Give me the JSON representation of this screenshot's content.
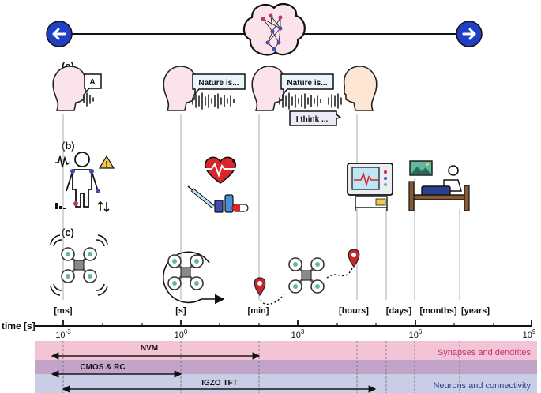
{
  "panels": {
    "a": "(a)",
    "b": "(b)",
    "c": "(c)"
  },
  "bubbles": {
    "letter": "A",
    "nature_left": "Nature is...",
    "nature_right": "Nature is...",
    "think": "I think ..."
  },
  "timescales": [
    "[ms]",
    "[s]",
    "[min]",
    "[hours]",
    "[days]",
    "[months]",
    "[years]"
  ],
  "axis": {
    "title": "time [s]",
    "ticks": [
      {
        "base": "10",
        "exp": "-3"
      },
      {
        "base": "10",
        "exp": "0"
      },
      {
        "base": "10",
        "exp": "3"
      },
      {
        "base": "10",
        "exp": "6"
      },
      {
        "base": "10",
        "exp": "9"
      }
    ]
  },
  "bands": {
    "synapses": {
      "label": "Synapses and dendrites",
      "color": "#c2306e",
      "fill": "#f2c4d6"
    },
    "neurons": {
      "label": "Neurons and connectivity",
      "color": "#2b3f8c",
      "fill": "#c9cde6"
    }
  },
  "technologies": [
    {
      "label": "NVM"
    },
    {
      "label": "CMOS & RC"
    },
    {
      "label": "IGZO TFT"
    }
  ],
  "icons": {
    "arrow_left": "left-arrow-icon",
    "arrow_right": "right-arrow-icon",
    "brain": "brain-network-icon",
    "drone": "drone-icon",
    "heart": "heart-rate-icon",
    "monitor": "patient-monitor-icon",
    "bed": "hospital-bed-icon",
    "pin": "location-pin-icon"
  }
}
